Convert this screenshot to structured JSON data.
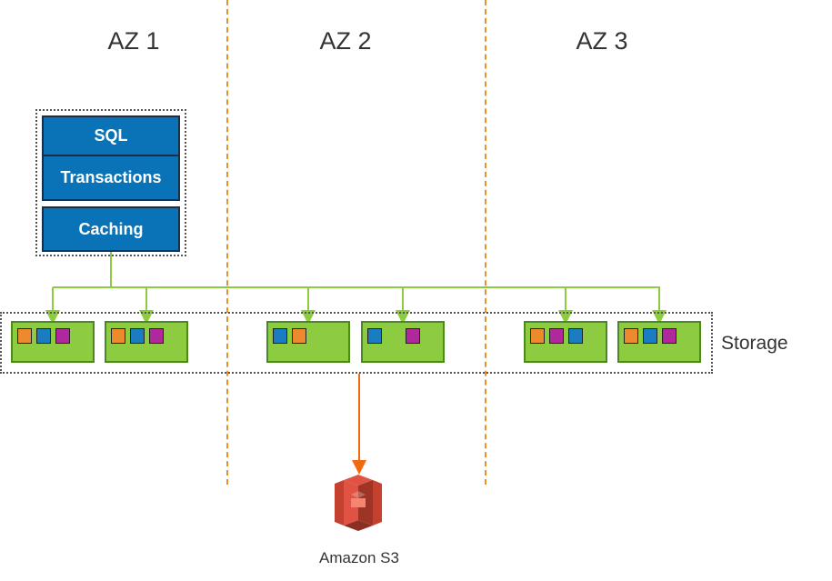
{
  "zones": [
    {
      "label": "AZ 1"
    },
    {
      "label": "AZ 2"
    },
    {
      "label": "AZ 3"
    }
  ],
  "database": {
    "layers": [
      "SQL",
      "Transactions",
      "Caching"
    ],
    "color": "#0A73B8"
  },
  "storage": {
    "label": "Storage",
    "node_color": "#8DCB40",
    "nodes": [
      {
        "zone": "AZ 1",
        "chips": [
          "orange",
          "blue",
          "purple"
        ]
      },
      {
        "zone": "AZ 1",
        "chips": [
          "orange",
          "blue",
          "purple"
        ]
      },
      {
        "zone": "AZ 2",
        "chips": [
          "blue",
          "orange"
        ]
      },
      {
        "zone": "AZ 2",
        "chips": [
          "blue",
          "",
          "purple"
        ]
      },
      {
        "zone": "AZ 3",
        "chips": [
          "orange",
          "purple",
          "blue"
        ]
      },
      {
        "zone": "AZ 3",
        "chips": [
          "orange",
          "blue",
          "purple"
        ]
      }
    ]
  },
  "chip_colors": {
    "orange": "#EE8A2E",
    "blue": "#1A7DC1",
    "purple": "#B0299C"
  },
  "connector_color": "#8DCB40",
  "divider_color": "#E8922C",
  "backup": {
    "label": "Amazon S3",
    "icon": "amazon-s3-bucket-icon",
    "arrow_color": "#F26A10"
  }
}
